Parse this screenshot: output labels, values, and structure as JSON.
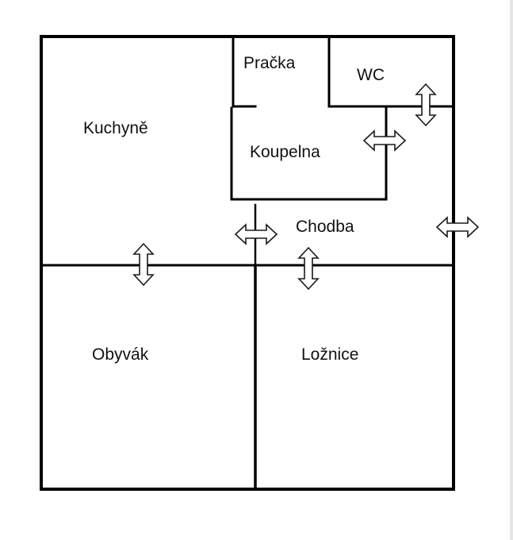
{
  "rooms": {
    "kuchyne": "Kuchyně",
    "pracka": "Pračka",
    "wc": "WC",
    "koupelna": "Koupelna",
    "chodba": "Chodba",
    "obyvak": "Obyvák",
    "loznice": "Ložnice"
  },
  "colors": {
    "wall": "#000000",
    "arrow_fill": "#ffffff",
    "arrow_stroke": "#1a1a1a",
    "background": "#ffffff"
  },
  "icons": {
    "door": "double-headed-arrow-icon"
  }
}
